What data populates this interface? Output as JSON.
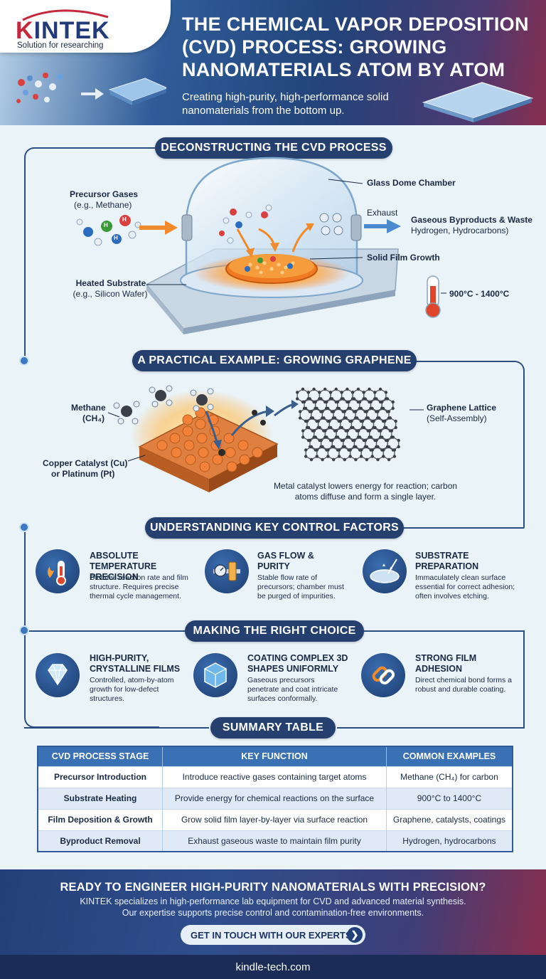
{
  "brand": {
    "logo": "KINTEK",
    "tagline": "Solution for researching"
  },
  "header": {
    "title": "THE CHEMICAL VAPOR DEPOSITION (CVD) PROCESS: GROWING NANOMATERIALS ATOM BY ATOM",
    "subtitle": "Creating high-purity, high-performance solid nanomaterials from the bottom up."
  },
  "process": {
    "heading": "DECONSTRUCTING THE CVD PROCESS",
    "precursor_title": "Precursor Gases",
    "precursor_sub": "(e.g., Methane)",
    "dome": "Glass Dome Chamber",
    "exhaust": "Exhaust",
    "byproducts_title": "Gaseous Byproducts & Waste",
    "byproducts_sub": "Hydrogen, Hydrocarbons)",
    "film": "Solid Film Growth",
    "substrate_title": "Heated Substrate",
    "substrate_sub": "(e.g., Silicon Wafer)",
    "temperature": "900°C - 1400°C",
    "atom_labels": [
      "H",
      "H",
      "H"
    ]
  },
  "graphene": {
    "heading": "A PRACTICAL EXAMPLE: GROWING GRAPHENE",
    "methane_title": "Methane",
    "methane_formula": "(CH₄)",
    "catalyst_line1": "Copper Catalyst (Cu)",
    "catalyst_line2": "or Platinum (Pt)",
    "lattice_title": "Graphene Lattice",
    "lattice_sub": "(Self-Assembly)",
    "note": "Metal catalyst lowers energy for reaction; carbon atoms diffuse and form a single layer."
  },
  "factors": {
    "heading": "UNDERSTANDING KEY CONTROL FACTORS",
    "items": [
      {
        "title": "Absolute Temperature Precision",
        "desc": "Dictates reaction rate and film structure. Requires precise thermal cycle management.",
        "icon": "thermometer-flame-icon"
      },
      {
        "title": "Gas Flow & Purity",
        "desc": "Stable flow rate of precursors; chamber must be purged of impurities.",
        "icon": "gas-valve-icon"
      },
      {
        "title": "Substrate Preparation",
        "desc": "Immaculately clean surface essential for correct adhesion; often involves etching.",
        "icon": "clean-wafer-icon"
      }
    ]
  },
  "choice": {
    "heading": "MAKING THE RIGHT CHOICE",
    "items": [
      {
        "title": "High-Purity, Crystalline Films",
        "desc": "Controlled, atom-by-atom growth for low-defect structures.",
        "icon": "diamond-icon"
      },
      {
        "title": "Coating Complex 3D Shapes Uniformly",
        "desc": "Gaseous precursors penetrate and coat intricate surfaces conformally.",
        "icon": "cube-icon"
      },
      {
        "title": "Strong Film Adhesion",
        "desc": "Direct chemical bond forms a robust and durable coating.",
        "icon": "chain-link-icon"
      }
    ]
  },
  "summary": {
    "heading": "SUMMARY TABLE",
    "columns": [
      "CVD PROCESS STAGE",
      "KEY FUNCTION",
      "COMMON EXAMPLES"
    ],
    "rows": [
      [
        "Precursor Introduction",
        "Introduce reactive gases containing target atoms",
        "Methane (CH₄) for carbon"
      ],
      [
        "Substrate Heating",
        "Provide energy for chemical reactions on the surface",
        "900°C to 1400°C"
      ],
      [
        "Film Deposition & Growth",
        "Grow solid film layer-by-layer via surface reaction",
        "Graphene, catalysts, coatings"
      ],
      [
        "Byproduct Removal",
        "Exhaust gaseous waste to maintain film purity",
        "Hydrogen, hydrocarbons"
      ]
    ]
  },
  "cta": {
    "title": "READY TO ENGINEER HIGH-PURITY NANOMATERIALS WITH PRECISION?",
    "desc_line1": "KINTEK specializes in high-performance lab equipment for CVD and advanced material synthesis.",
    "desc_line2": "Our expertise supports precise control and contamination-free environments.",
    "button": "GET IN TOUCH WITH OUR EXPERTS"
  },
  "footer": {
    "url": "kindle-tech.com"
  },
  "colors": {
    "navy": "#253f6e",
    "accent_blue": "#3a70b4",
    "brand_red": "#c5283d",
    "heat_orange": "#f08a2a"
  }
}
